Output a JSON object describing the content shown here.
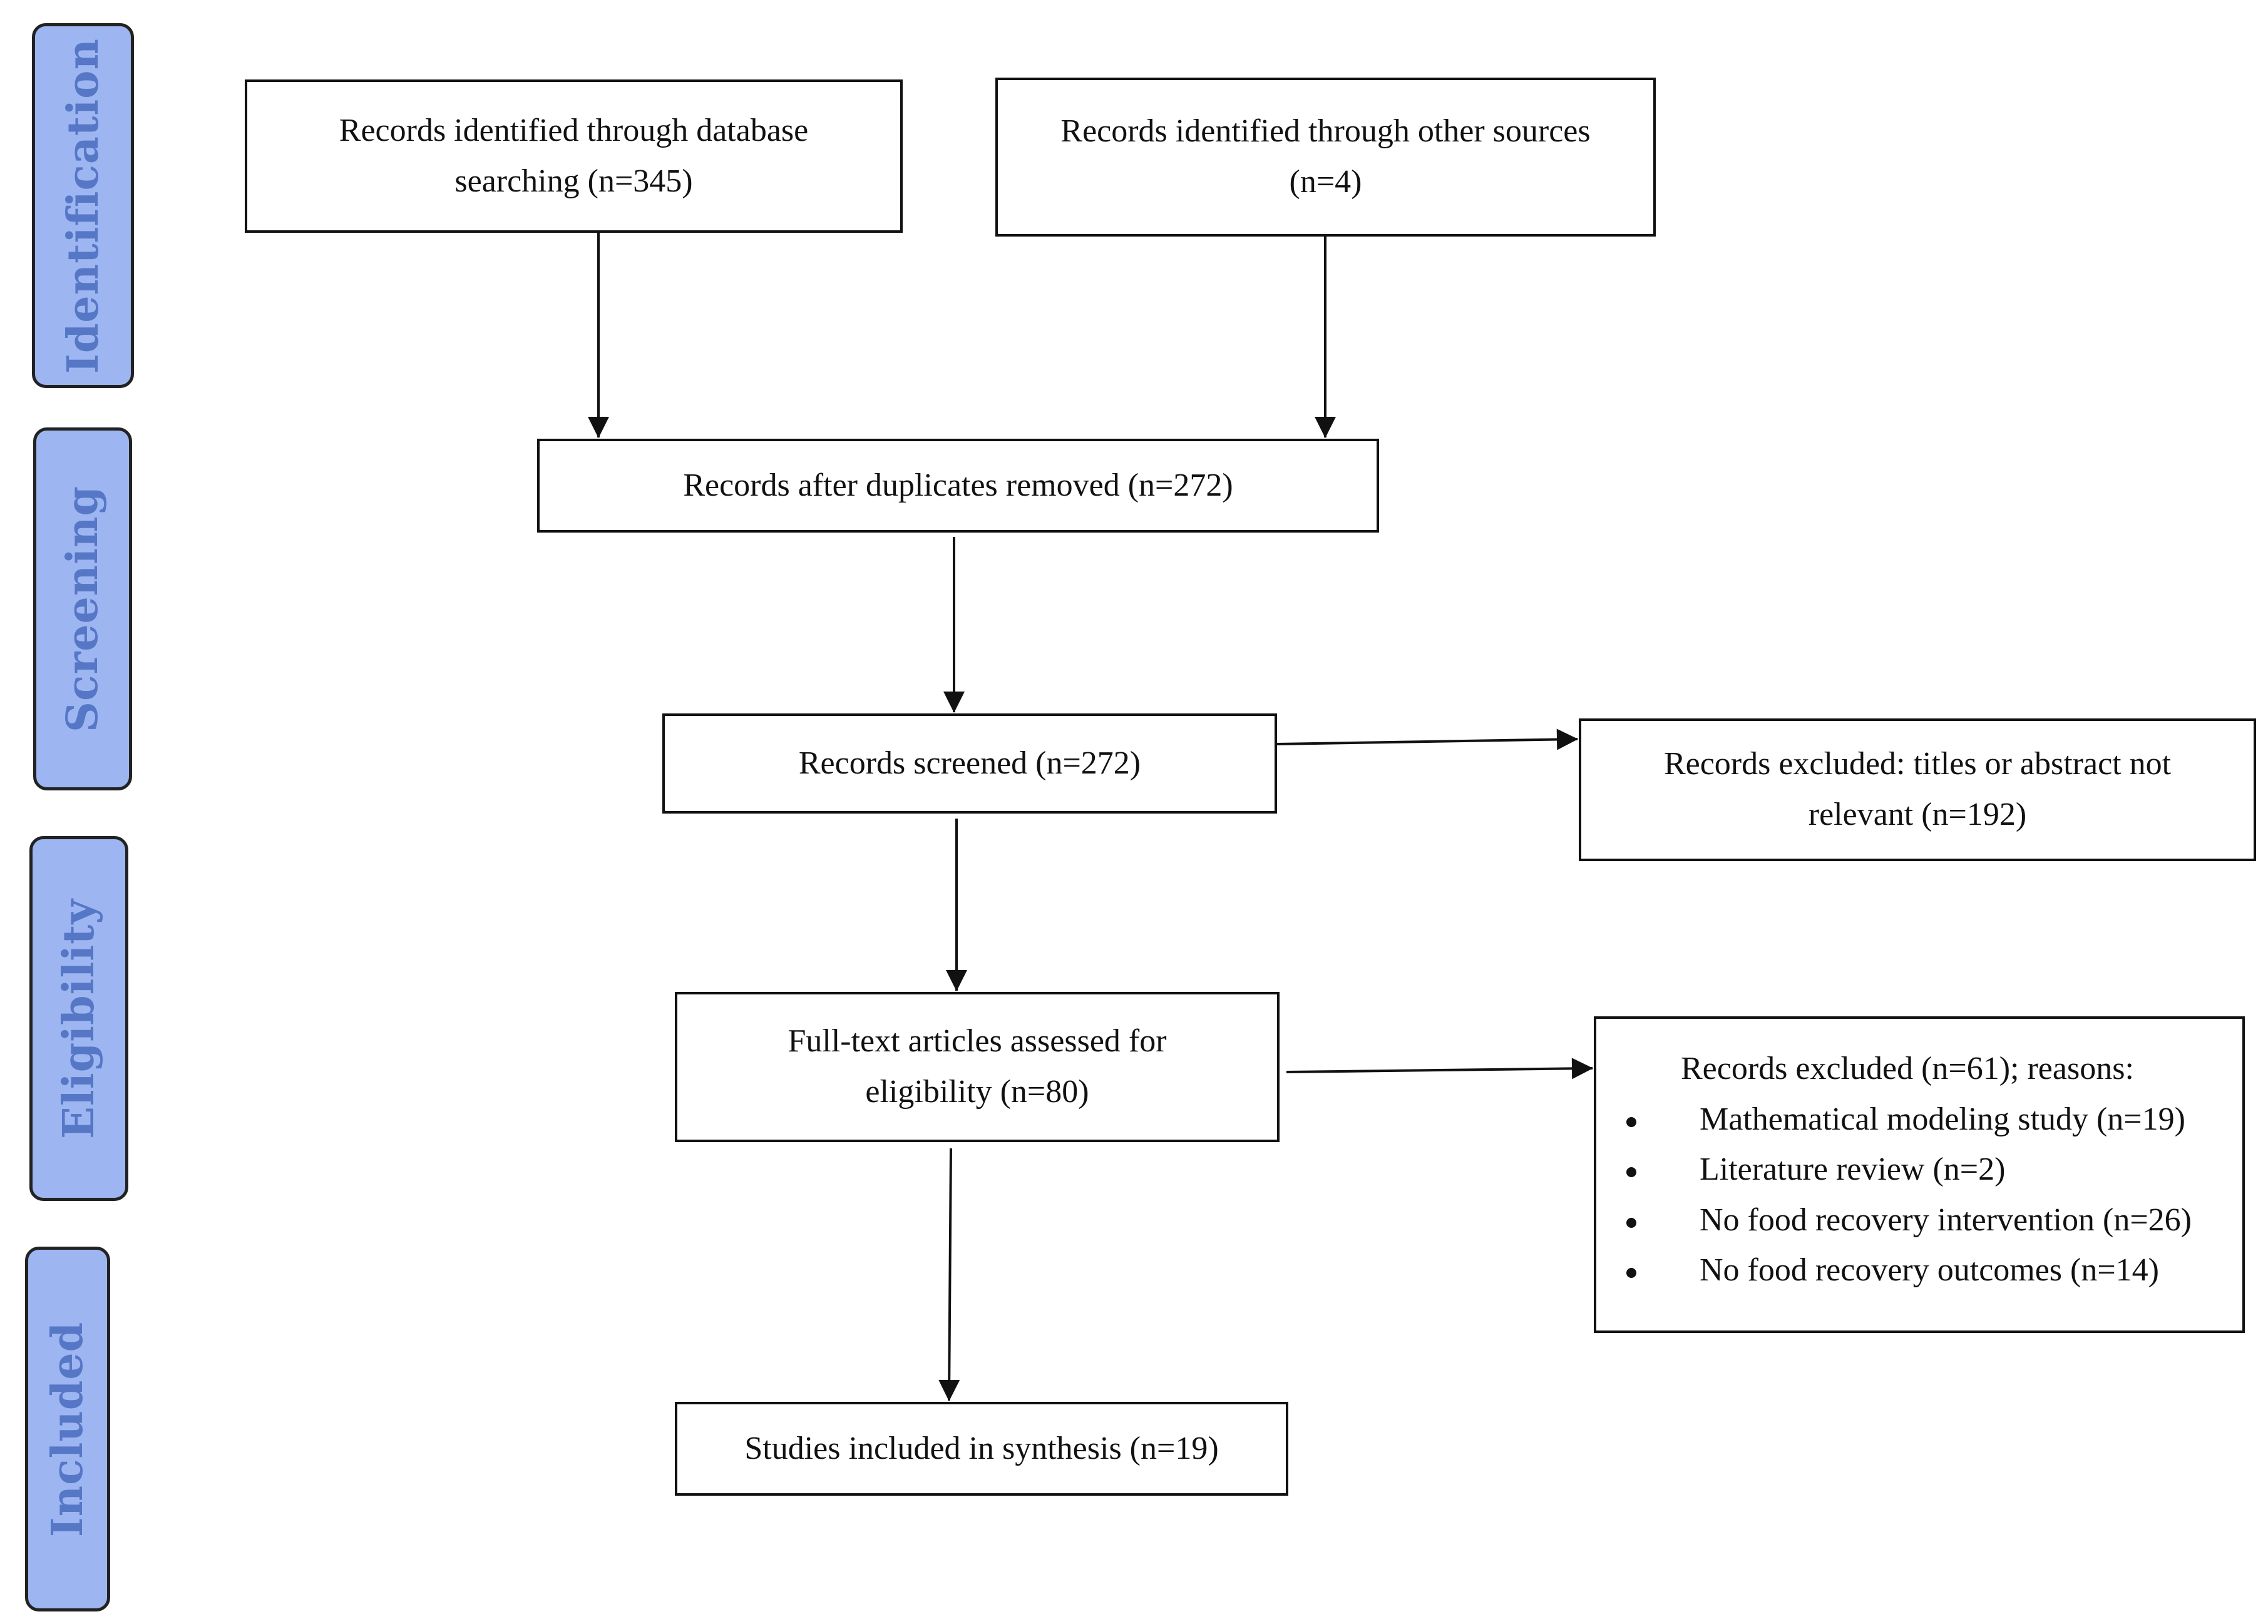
{
  "stages": {
    "identification": "Identification",
    "screening": "Screening",
    "eligibility": "Eligibility",
    "included": "Included"
  },
  "boxes": {
    "database": {
      "line1": "Records identified through database",
      "line2": "searching (n=345)"
    },
    "other_sources": {
      "line1": "Records identified through other sources",
      "line2": "(n=4)"
    },
    "duplicates_removed": {
      "line1": "Records after duplicates removed (n=272)"
    },
    "screened": {
      "line1": "Records screened (n=272)"
    },
    "excluded_titles": {
      "line1": "Records excluded: titles or abstract not",
      "line2": "relevant (n=192)"
    },
    "fulltext": {
      "line1": "Full-text articles assessed for",
      "line2": "eligibility (n=80)"
    },
    "excluded_reasons": {
      "title": "Records excluded (n=61); reasons:",
      "items": [
        "Mathematical modeling study (n=19)",
        "Literature review (n=2)",
        "No food recovery intervention (n=26)",
        "No food recovery outcomes (n=14)"
      ]
    },
    "included": {
      "line1": "Studies included in synthesis (n=19)"
    }
  },
  "colors": {
    "stage_fill": "#9db6f1",
    "stage_text": "#5677c6",
    "stroke": "#111111"
  }
}
